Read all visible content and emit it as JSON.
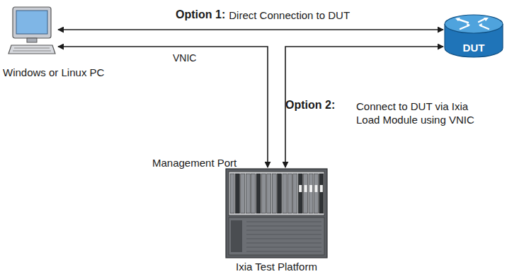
{
  "diagram": {
    "nodes": [
      {
        "text": [
          "Windows or Linux PC"
        ]
      },
      {
        "text": [
          "DUT"
        ]
      },
      {
        "text": [
          "Ixia Test Platform"
        ]
      }
    ],
    "edges": [
      {
        "from": 0,
        "to": 1,
        "arrow": "both"
      },
      {
        "from": 0,
        "to": 2,
        "arrow": "both"
      },
      {
        "from": 1,
        "to": 2,
        "arrow": "both"
      }
    ],
    "labels": [
      "Option 1:",
      "Direct Connection to DUT",
      "VNIC",
      "Option 2:",
      "Connect to DUT via Ixia Load Module using VNIC",
      "Management Port"
    ]
  }
}
